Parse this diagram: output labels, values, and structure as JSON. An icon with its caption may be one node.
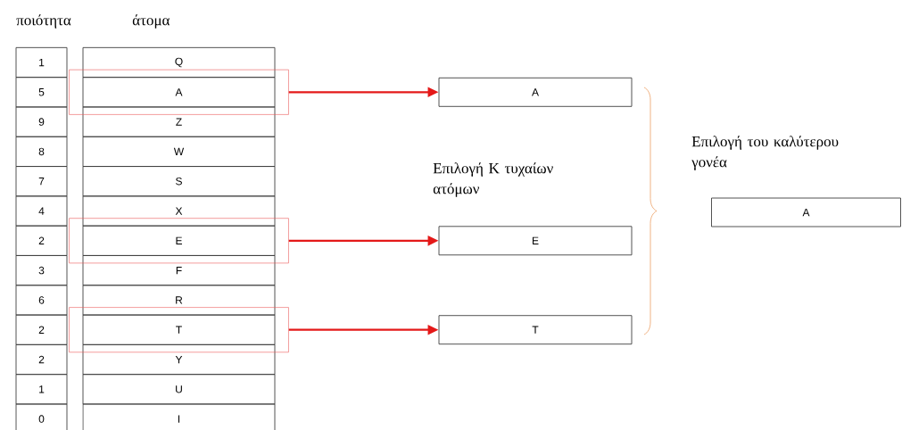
{
  "diagram": {
    "nodes": [
      {
        "text": [
          "1"
        ]
      },
      {
        "text": [
          "5"
        ]
      },
      {
        "text": [
          "9"
        ]
      },
      {
        "text": [
          "8"
        ]
      },
      {
        "text": [
          "7"
        ]
      },
      {
        "text": [
          "4"
        ]
      },
      {
        "text": [
          "2"
        ]
      },
      {
        "text": [
          "3"
        ]
      },
      {
        "text": [
          "6"
        ]
      },
      {
        "text": [
          "2"
        ]
      },
      {
        "text": [
          "2"
        ]
      },
      {
        "text": [
          "1"
        ]
      },
      {
        "text": [
          "0"
        ]
      },
      {
        "text": [
          "Q"
        ]
      },
      {
        "text": [],
        "shape": "box"
      },
      {
        "text": [
          "A"
        ],
        "in": 14
      },
      {
        "text": [
          "Z"
        ]
      },
      {
        "text": [
          "W"
        ]
      },
      {
        "text": [
          "S"
        ]
      },
      {
        "text": [
          "X"
        ]
      },
      {
        "text": [],
        "shape": "box"
      },
      {
        "text": [
          "E"
        ],
        "in": 20
      },
      {
        "text": [
          "F"
        ]
      },
      {
        "text": [
          "R"
        ]
      },
      {
        "text": [],
        "shape": "box"
      },
      {
        "text": [
          "T"
        ],
        "in": 24
      },
      {
        "text": [
          "Y"
        ]
      },
      {
        "text": [
          "U"
        ]
      },
      {
        "text": [
          "I"
        ]
      },
      {
        "text": [
          "A"
        ]
      },
      {
        "text": [
          "E"
        ]
      },
      {
        "text": [
          "T"
        ]
      },
      {
        "text": [
          "A"
        ],
        "beside": [
          "Επιλογή του καλύτερου γονέα"
        ]
      }
    ],
    "edges": [
      {
        "from": 14,
        "to": 29,
        "arrow": "to"
      },
      {
        "from": 20,
        "to": 30,
        "arrow": "to"
      },
      {
        "from": 24,
        "to": 31,
        "arrow": "to"
      }
    ],
    "labels": [
      "ποιότητα",
      "άτομα",
      "Επιλογή K τυχαίων ατόμων"
    ]
  }
}
